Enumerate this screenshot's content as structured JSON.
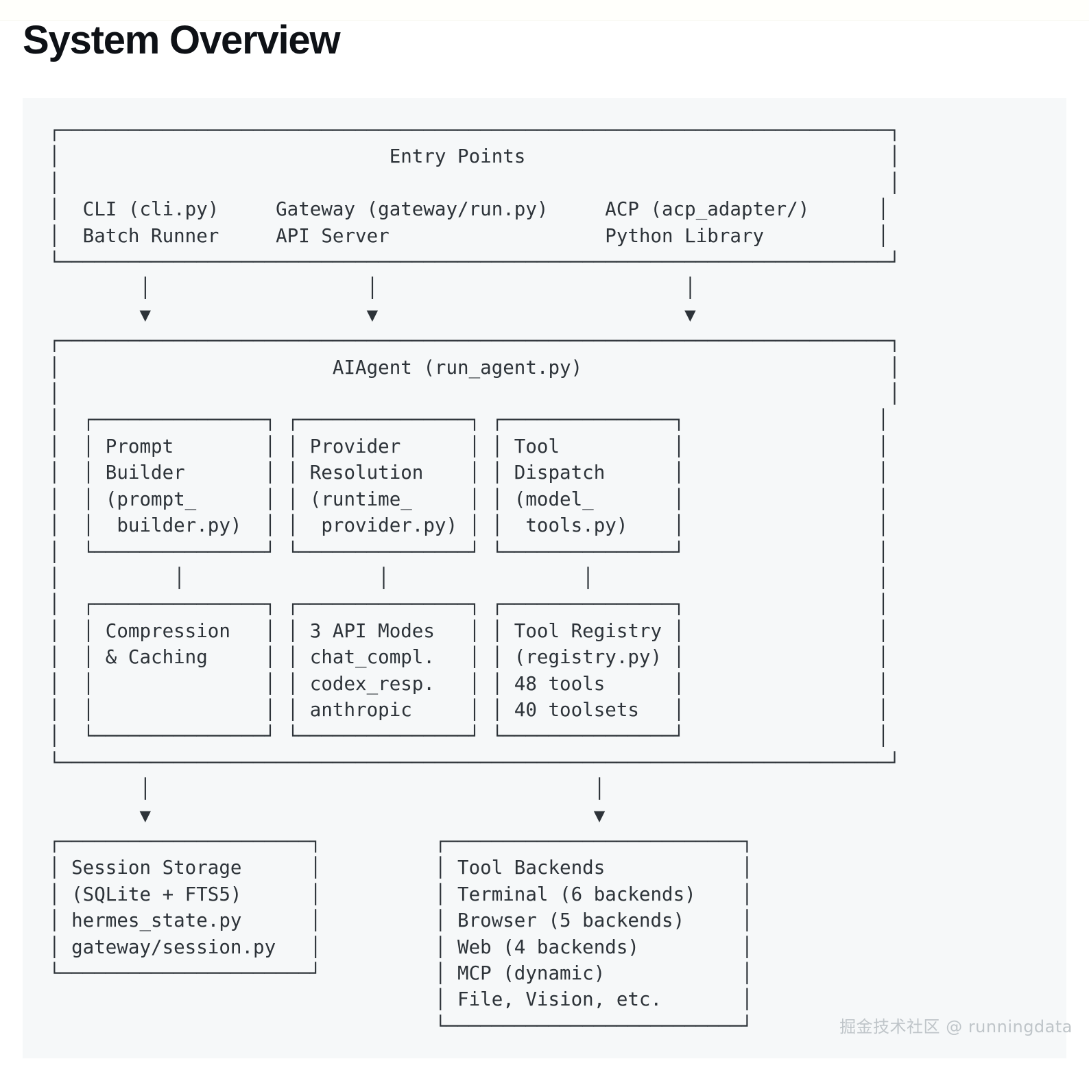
{
  "page": {
    "title": "System Overview",
    "background": "#ffffff",
    "card_background": "#f6f8f9",
    "text_color": "#2d3339",
    "title_color": "#0e1116"
  },
  "watermark": {
    "text": "掘金技术社区 @ runningdata",
    "color": "#bfc5c9"
  },
  "diagram": {
    "type": "ascii-architecture",
    "nodes": [
      {
        "id": "entry-points",
        "title": "Entry Points",
        "columns": [
          {
            "lines": [
              "CLI (cli.py)",
              "Batch Runner"
            ]
          },
          {
            "lines": [
              "Gateway (gateway/run.py)",
              "API Server"
            ]
          },
          {
            "lines": [
              "ACP (acp_adapter/)",
              "Python Library"
            ]
          }
        ]
      },
      {
        "id": "ai-agent",
        "title": "AIAgent (run_agent.py)",
        "children_row_1": [
          {
            "id": "prompt-builder",
            "lines": [
              "Prompt",
              "Builder",
              "(prompt_",
              " builder.py)"
            ]
          },
          {
            "id": "provider-resolution",
            "lines": [
              "Provider",
              "Resolution",
              "(runtime_",
              " provider.py)"
            ]
          },
          {
            "id": "tool-dispatch",
            "lines": [
              "Tool",
              "Dispatch",
              "(model_",
              " tools.py)"
            ]
          }
        ],
        "children_row_2": [
          {
            "id": "compression-caching",
            "lines": [
              "Compression",
              "& Caching"
            ]
          },
          {
            "id": "api-modes",
            "lines": [
              "3 API Modes",
              "chat_compl.",
              "codex_resp.",
              "anthropic"
            ]
          },
          {
            "id": "tool-registry",
            "lines": [
              "Tool Registry",
              "(registry.py)",
              "48 tools",
              "40 toolsets"
            ]
          }
        ]
      },
      {
        "id": "session-storage",
        "lines": [
          "Session Storage",
          "(SQLite + FTS5)",
          "hermes_state.py",
          "gateway/session.py"
        ]
      },
      {
        "id": "tool-backends",
        "lines": [
          "Tool Backends",
          "Terminal (6 backends)",
          "Browser (5 backends)",
          "Web (4 backends)",
          "MCP (dynamic)",
          "File, Vision, etc."
        ]
      }
    ],
    "edges": [
      {
        "from": "entry-points",
        "to": "ai-agent",
        "marker": "▼",
        "count": 3
      },
      {
        "from": "ai-agent",
        "to": "session-storage",
        "marker": "▼"
      },
      {
        "from": "ai-agent",
        "to": "tool-backends",
        "marker": "▼"
      }
    ],
    "art": "┌─────────────────────────────────────────────────────────────────────────┐\n│                             Entry Points                                │\n│                                                                         │\n│  CLI (cli.py)     Gateway (gateway/run.py)     ACP (acp_adapter/)      │\n│  Batch Runner     API Server                   Python Library          │\n└─────────────────────────────────────────────────────────────────────────┘\n        │                   │                           │\n        ▼                   ▼                           ▼\n┌─────────────────────────────────────────────────────────────────────────┐\n│                        AIAgent (run_agent.py)                           │\n│                                                                         │\n│  ┌───────────────┐ ┌───────────────┐ ┌───────────────┐                 │\n│  │ Prompt        │ │ Provider      │ │ Tool          │                 │\n│  │ Builder       │ │ Resolution    │ │ Dispatch      │                 │\n│  │ (prompt_      │ │ (runtime_     │ │ (model_       │                 │\n│  │  builder.py)  │ │  provider.py) │ │  tools.py)    │                 │\n│  └───────────────┘ └───────────────┘ └───────────────┘                 │\n│          │                 │                 │                         │\n│  ┌───────────────┐ ┌───────────────┐ ┌───────────────┐                 │\n│  │ Compression   │ │ 3 API Modes   │ │ Tool Registry │                 │\n│  │ & Caching     │ │ chat_compl.   │ │ (registry.py) │                 │\n│  │               │ │ codex_resp.   │ │ 48 tools      │                 │\n│  │               │ │ anthropic     │ │ 40 toolsets   │                 │\n│  └───────────────┘ └───────────────┘ └───────────────┘                 │\n└─────────────────────────────────────────────────────────────────────────┘\n        │                                       │\n        ▼                                       ▼\n┌──────────────────────┐          ┌──────────────────────────┐\n│ Session Storage      │          │ Tool Backends            │\n│ (SQLite + FTS5)      │          │ Terminal (6 backends)    │\n│ hermes_state.py      │          │ Browser (5 backends)     │\n│ gateway/session.py   │          │ Web (4 backends)         │\n└──────────────────────┘          │ MCP (dynamic)            │\n                                  │ File, Vision, etc.       │\n                                  └──────────────────────────┘"
  }
}
